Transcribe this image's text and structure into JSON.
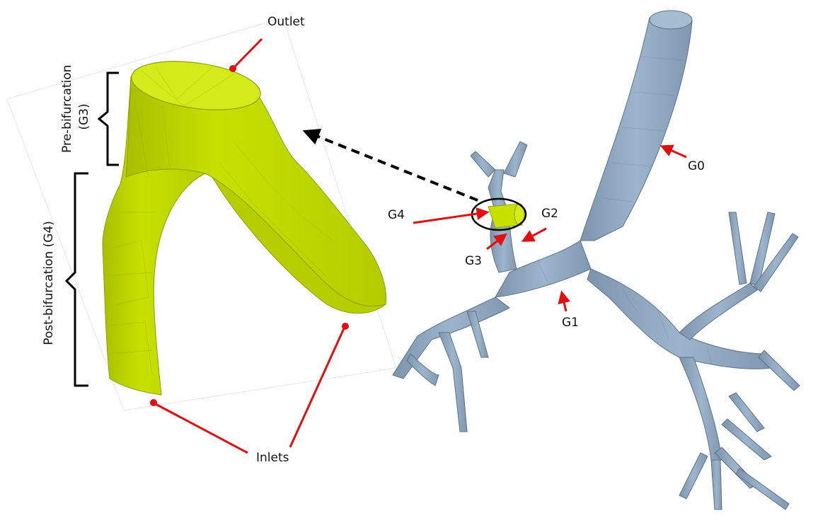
{
  "labels": {
    "outlet": "Outlet",
    "inlets": "Inlets",
    "pre_bifurcation_line1": "Pre-bifurcation",
    "pre_bifurcation_line2": "(G3)",
    "post_bifurcation": "Post-bifurcation (G4)",
    "g0": "G0",
    "g1": "G1",
    "g2": "G2",
    "g3": "G3",
    "g4": "G4"
  },
  "colors": {
    "bifurcation_model": "#c8e000",
    "airway_tree": "#8ea7bf",
    "arrow": "#e01010",
    "pointer": "#000000"
  }
}
